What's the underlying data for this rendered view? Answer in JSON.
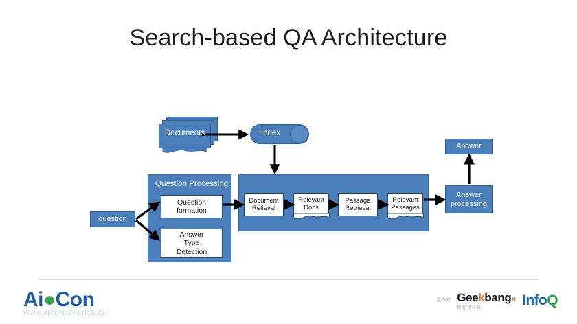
{
  "slide": {
    "title": "Search-based QA Architecture",
    "background": "#ffffff"
  },
  "colors": {
    "node_blue": "#4a7ebb",
    "node_blue_border": "#2f5c92",
    "white_node_border": "#24456f",
    "arrow": "#000000",
    "title_text": "#1a1a1a",
    "divider": "#e2e6ea",
    "aicon_blue": "#1f5aa8",
    "aicon_green": "#3aa34a",
    "geekbang_orange": "#e8742c",
    "infoq_blue": "#1d63a8",
    "infoq_green": "#2aa44f"
  },
  "diagram": {
    "documents": {
      "label": "Documents",
      "shape": "stacked-documents"
    },
    "index": {
      "label": "Index",
      "shape": "capsule-database"
    },
    "question": {
      "label": "question",
      "shape": "rounded-rect"
    },
    "question_processing": {
      "title": "Question Processing",
      "nodes": [
        {
          "label": "Question\nformation",
          "line1": "Question",
          "line2": "formation"
        },
        {
          "label": "Answer\nType\nDetection",
          "line1": "Answer",
          "line2": "Type",
          "line3": "Detection"
        }
      ]
    },
    "retrieval_pipeline": {
      "nodes": [
        {
          "label": "Document\nRetieval",
          "line1": "Document",
          "line2": "Retieval",
          "shape": "rect"
        },
        {
          "label": "Relevant\nDocs",
          "line1": "Relevant",
          "line2": "Docs",
          "shape": "document"
        },
        {
          "label": "Passage\nRetrieval",
          "line1": "Passage",
          "line2": "Retrieval",
          "shape": "rect"
        },
        {
          "label": "Relevant\nPassages",
          "line1": "Relevant",
          "line2": "Passages",
          "shape": "document"
        }
      ]
    },
    "answer_processing": {
      "line1": "Answer",
      "line2": "processing"
    },
    "answer": {
      "label": "Answer"
    }
  },
  "footer": {
    "aicon": {
      "wordmark_ai": "Ai",
      "wordmark_con": "Con",
      "url": "WWW.AICONFERENCE.CN"
    },
    "sponsor": {
      "label_line1": "主办方",
      "geekbang": {
        "g": "Gee",
        "k": "k",
        "bang": "bang",
        "tail": "»",
        "sub": "极客邦科技"
      },
      "infoq": {
        "info": "Info",
        "q": "Q"
      }
    }
  }
}
